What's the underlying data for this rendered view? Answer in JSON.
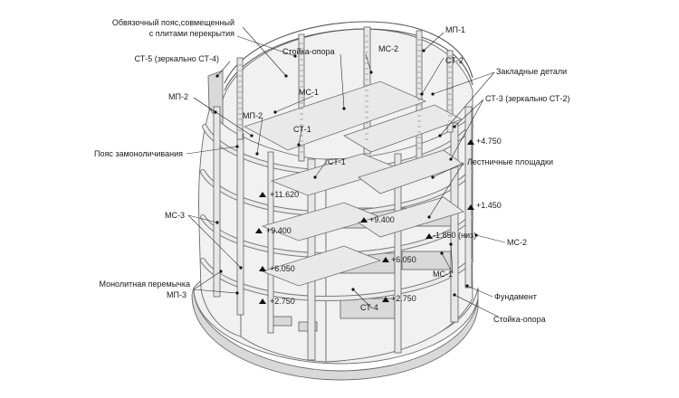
{
  "labels": {
    "obvyaz_line1": "Обвязочный пояс,совмещенный",
    "obvyaz_line2": "с плитами перекрытия",
    "st5": "СТ-5 (зеркально СТ-4)",
    "mp2_left": "МП-2",
    "poyas": "Пояс замоноличивания",
    "ms3": "МС-3",
    "mono_line1": "Монолитная перемычка",
    "mono_line2": "МП-3",
    "stoyka_top": "Стойка-опора",
    "ms2_top": "МС-2",
    "mp1": "МП-1",
    "st2": "СТ-2",
    "zaklad": "Закладные детали",
    "st3": "СТ-3 (зеркально СТ-2)",
    "ms1_top": "МС-1",
    "mp2_inner": "МП-2",
    "st1_a": "СТ-1",
    "st1_b": "СТ-1",
    "lestn": "Лестничные площадки",
    "ms2_right": "МС-2",
    "ms1_bottom": "МС-1",
    "st4": "СТ-4",
    "fundament": "Фундамент",
    "stoyka_bottom": "Стойка-опора"
  },
  "elevations": {
    "e4750": "+4.750",
    "e1450": "+1.450",
    "e11620": "+11.620",
    "e9400_left": "+9.400",
    "e9400_center": "+9.400",
    "e1850": "-1.850 (низ)",
    "e6050_left": "+6.050",
    "e6050_right": "+6.050",
    "e2750_left": "+2.750",
    "e2750_right": "+2.750"
  }
}
